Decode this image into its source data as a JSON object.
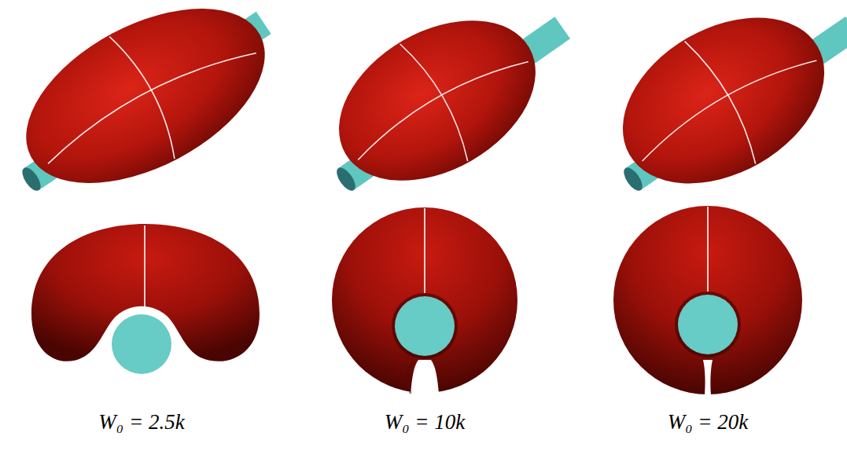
{
  "diagram": {
    "labels": [
      "W₀ = 2.5k",
      "W₀ = 10k",
      "W₀ = 20k"
    ]
  }
}
